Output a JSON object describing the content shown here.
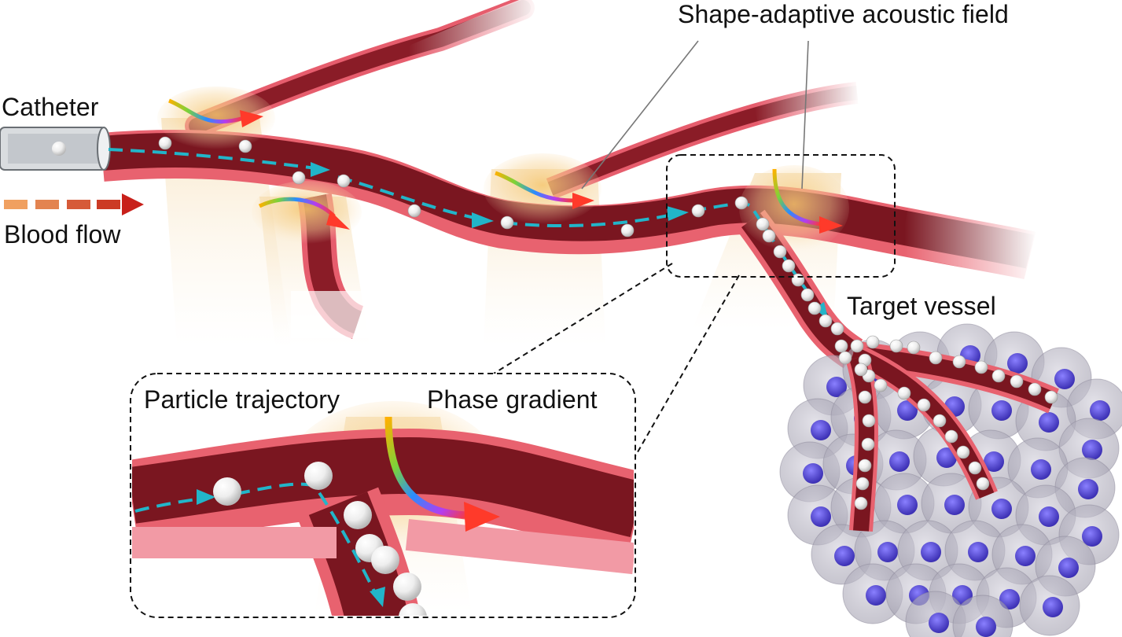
{
  "labels": {
    "catheter": "Catheter",
    "blood_flow": "Blood flow",
    "shape_adaptive_field": "Shape-adaptive acoustic field",
    "target_vessel": "Target vessel",
    "particle_trajectory": "Particle trajectory",
    "phase_gradient": "Phase gradient"
  },
  "colors": {
    "vessel_dark": "#7a1620",
    "vessel_wall": "#f06a78",
    "vessel_wall_light": "#f9b3bb",
    "trajectory": "#22b5c9",
    "flow_arrow": "#cc2a1e",
    "acoustic_glow": "#f6c878",
    "tumor_nucleus": "#5b4fd6",
    "tumor_cell": "#b9b6c6"
  },
  "icons": {
    "phase_arrow": "rainbow-curved-arrow-icon",
    "particle": "white-sphere-icon",
    "catheter": "catheter-icon"
  }
}
